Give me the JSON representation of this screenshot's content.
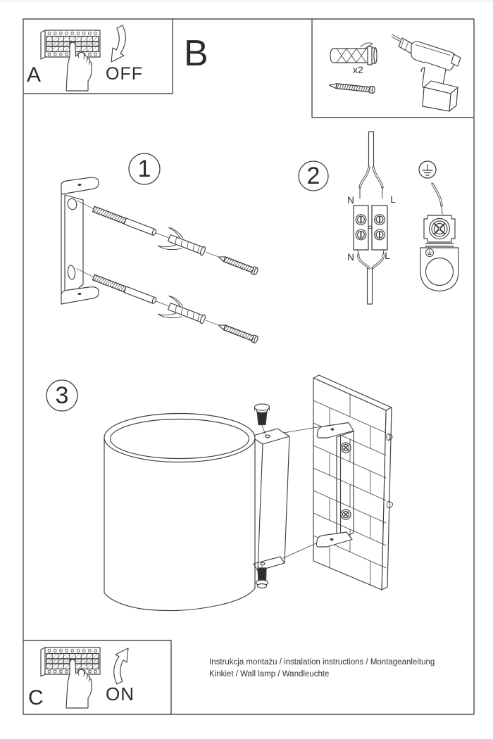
{
  "panels": {
    "a": {
      "label": "A",
      "state": "OFF"
    },
    "b": {
      "label": "B",
      "parts_quantity": "x2"
    },
    "c": {
      "label": "C",
      "state": "ON"
    }
  },
  "steps": {
    "one": "1",
    "two": "2",
    "three": "3"
  },
  "wiring": {
    "top_left": "N",
    "top_right": "L",
    "bottom_left": "N",
    "bottom_right": "L"
  },
  "footer": {
    "line1": "Instrukcja montażu / instalation instructions / Montageanleitung",
    "line2": "Kinkiet / Wall lamp / Wandleuchte"
  },
  "colors": {
    "line": "#3f3f3f",
    "frame": "#4d4d4d",
    "text": "#2b2b2b",
    "background": "#ffffff"
  }
}
